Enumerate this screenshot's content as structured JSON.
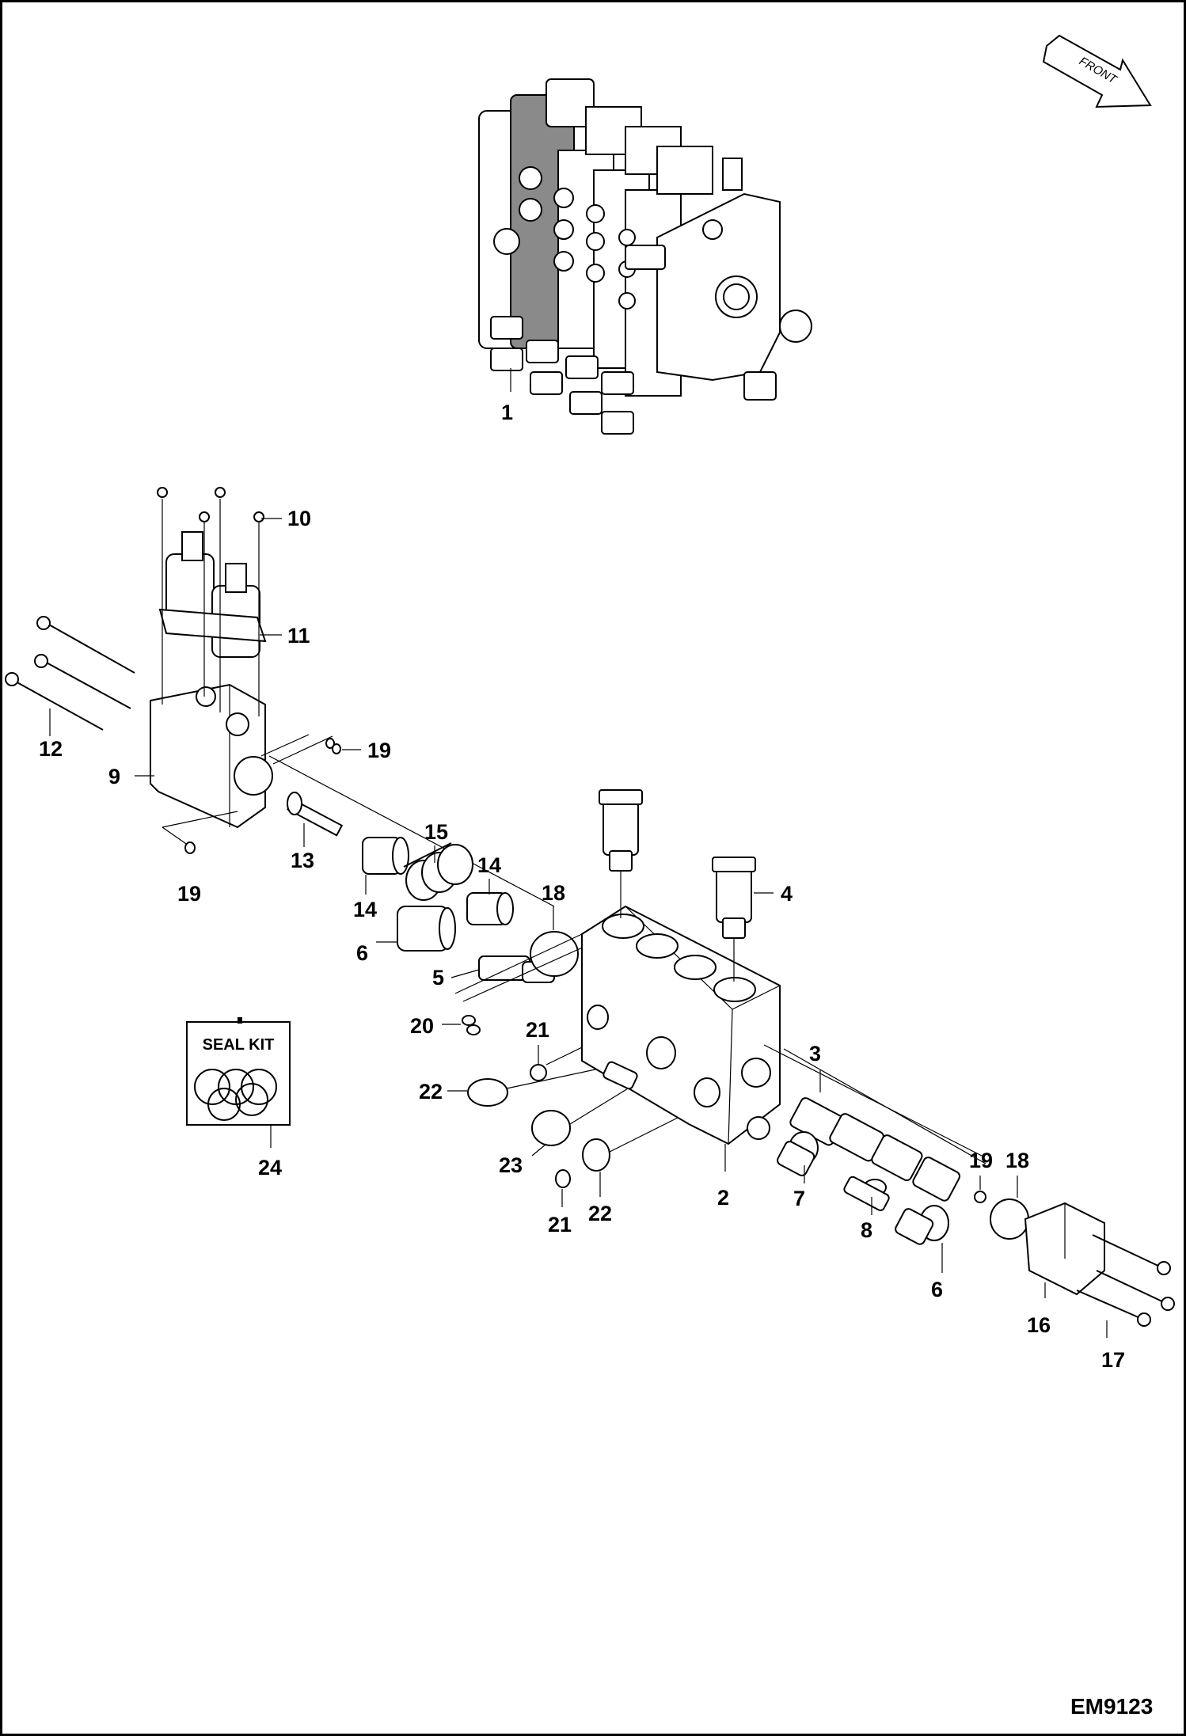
{
  "drawing_code": "EM9123",
  "front_label": "FRONT",
  "seal_kit_label": "SEAL KIT",
  "callouts": {
    "c1": "1",
    "c2": "2",
    "c3": "3",
    "c4": "4",
    "c5": "5",
    "c6a": "6",
    "c6b": "6",
    "c7": "7",
    "c8": "8",
    "c9": "9",
    "c10": "10",
    "c11": "11",
    "c12": "12",
    "c13": "13",
    "c14a": "14",
    "c14b": "14",
    "c15": "15",
    "c16": "16",
    "c17": "17",
    "c18a": "18",
    "c18b": "18",
    "c19a": "19",
    "c19b": "19",
    "c19c": "19",
    "c20": "20",
    "c21a": "21",
    "c21b": "21",
    "c22a": "22",
    "c22b": "22",
    "c23": "23",
    "c24": "24"
  }
}
